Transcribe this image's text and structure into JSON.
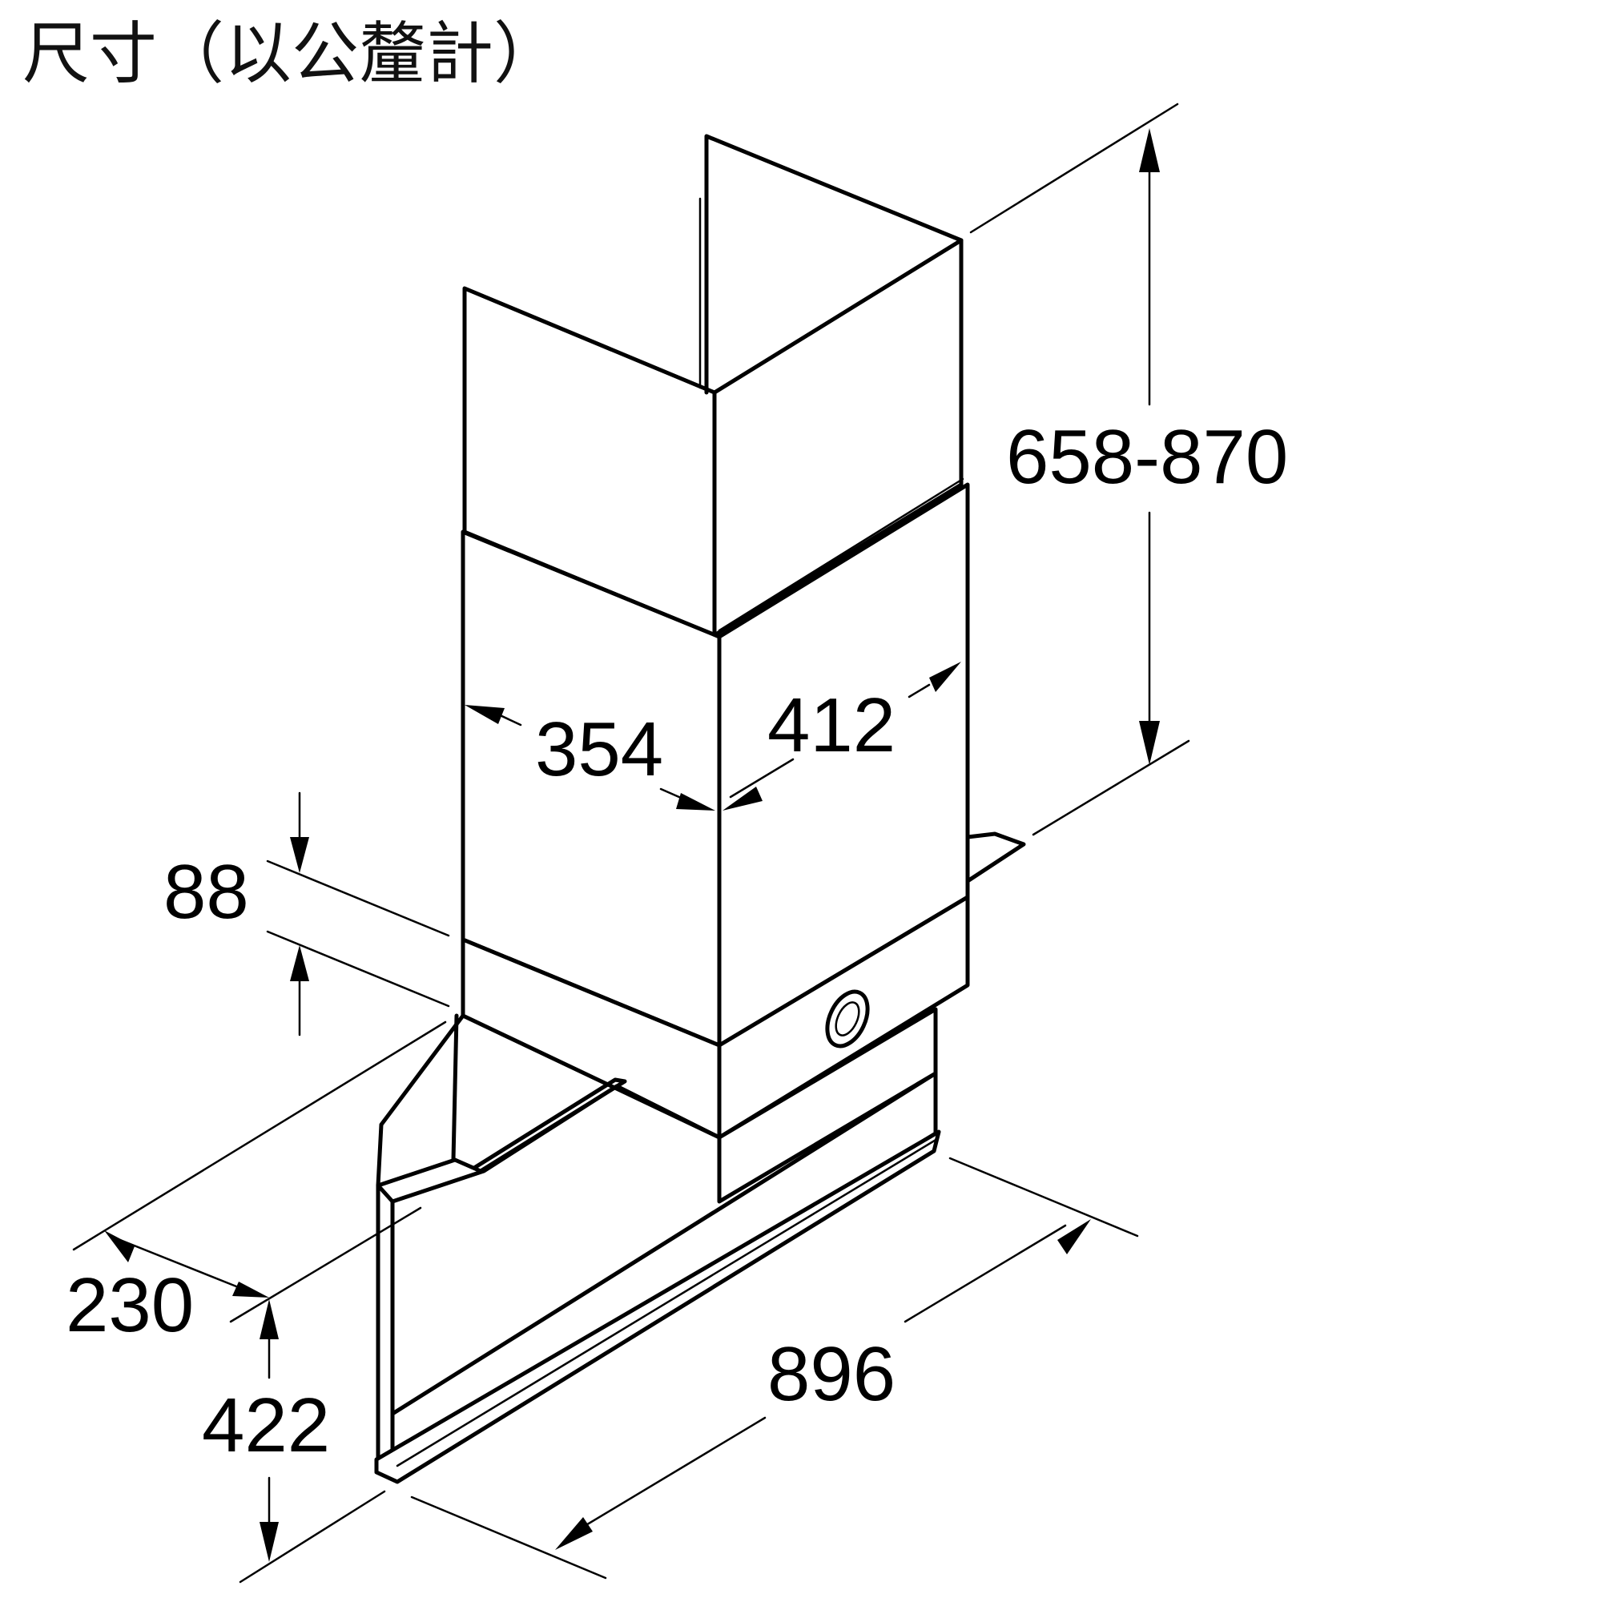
{
  "title": "尺寸（以公釐計）",
  "dimensions": {
    "chimney_height": "658-870",
    "chimney_depth": "354",
    "chimney_width": "412",
    "band_height": "88",
    "canopy_depth": "230",
    "canopy_height": "422",
    "canopy_width": "896"
  },
  "unit": "mm"
}
